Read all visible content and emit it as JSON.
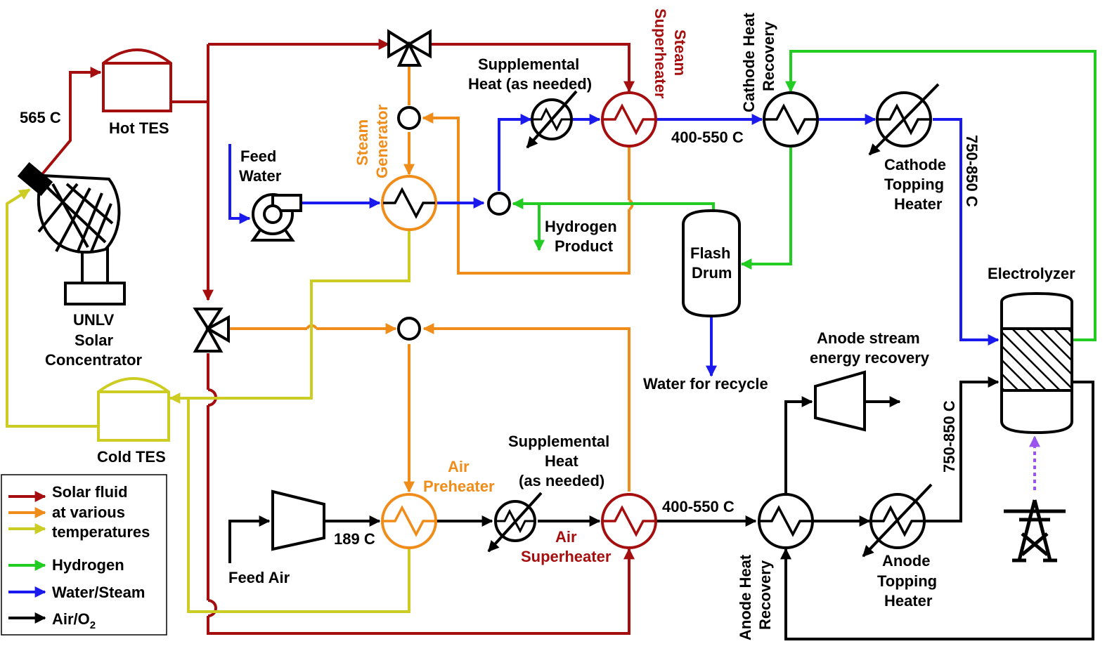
{
  "colors": {
    "solar_hot": "#a50e0e",
    "solar_mid": "#f08c1a",
    "solar_cold": "#cccc22",
    "hydrogen": "#22cc22",
    "water": "#1a1aee",
    "air": "#000000",
    "grid": "#9955ee"
  },
  "labels": {
    "t565": "565 C",
    "hot_tes": "Hot TES",
    "feed_water_1": "Feed",
    "feed_water_2": "Water",
    "steam_gen_1": "Steam",
    "steam_gen_2": "Generator",
    "supp_heat_top_1": "Supplemental",
    "supp_heat_top_2": "Heat (as needed)",
    "steam_sh_1": "Steam",
    "steam_sh_2": "Superheater",
    "cathode_hr_1": "Cathode Heat",
    "cathode_hr_2": "Recovery",
    "t400_top": "400-550 C",
    "cathode_th_1": "Cathode",
    "cathode_th_2": "Topping",
    "cathode_th_3": "Heater",
    "t750_top": "750-850 C",
    "hydrogen_product_1": "Hydrogen",
    "hydrogen_product_2": "Product",
    "flash_drum_1": "Flash",
    "flash_drum_2": "Drum",
    "electrolyzer": "Electrolyzer",
    "unlv_1": "UNLV",
    "unlv_2": "Solar",
    "unlv_3": "Concentrator",
    "water_recycle": "Water for recycle",
    "anode_sr_1": "Anode stream",
    "anode_sr_2": "energy recovery",
    "cold_tes": "Cold TES",
    "air_pre_1": "Air",
    "air_pre_2": "Preheater",
    "supp_heat_bot_1": "Supplemental",
    "supp_heat_bot_2": "Heat",
    "supp_heat_bot_3": "(as needed)",
    "t400_bot": "400-550 C",
    "t750_bot": "750-850 C",
    "t189": "189 C",
    "air_sh_1": "Air",
    "air_sh_2": "Superheater",
    "feed_air": "Feed Air",
    "anode_hr_1": "Anode Heat",
    "anode_hr_2": "Recovery",
    "anode_th_1": "Anode",
    "anode_th_2": "Topping",
    "anode_th_3": "Heater"
  },
  "legend": {
    "solar_1": "Solar fluid",
    "solar_2": "at various",
    "solar_3": "temperatures",
    "hydrogen": "Hydrogen",
    "water": "Water/Steam",
    "air": "Air/O",
    "air_sub": "2"
  }
}
